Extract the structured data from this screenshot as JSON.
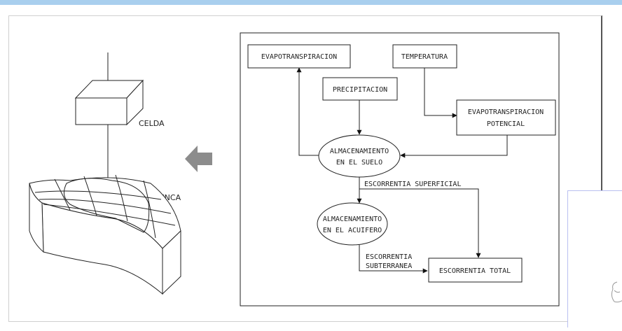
{
  "left_illustration": {
    "cell_label": "CELDA",
    "basin_label": "CUENCA"
  },
  "flowchart": {
    "evapotranspiracion": "EVAPOTRANSPIRACION",
    "temperatura": "TEMPERATURA",
    "precipitacion": "PRECIPITACION",
    "evapo_potencial_line1": "EVAPOTRANSPIRACION",
    "evapo_potencial_line2": "POTENCIAL",
    "almac_suelo_line1": "ALMACENAMIENTO",
    "almac_suelo_line2": "EN EL SUELO",
    "escorrentia_superficial": "ESCORRENTIA SUPERFICIAL",
    "almac_acuifero_line1": "ALMACENAMIENTO",
    "almac_acuifero_line2": "EN EL ACUIFERO",
    "escorrentia_subterranea_line1": "ESCORRENTIA",
    "escorrentia_subterranea_line2": "SUBTERRANEA",
    "escorrentia_total": "ESCORRENTIA TOTAL"
  }
}
